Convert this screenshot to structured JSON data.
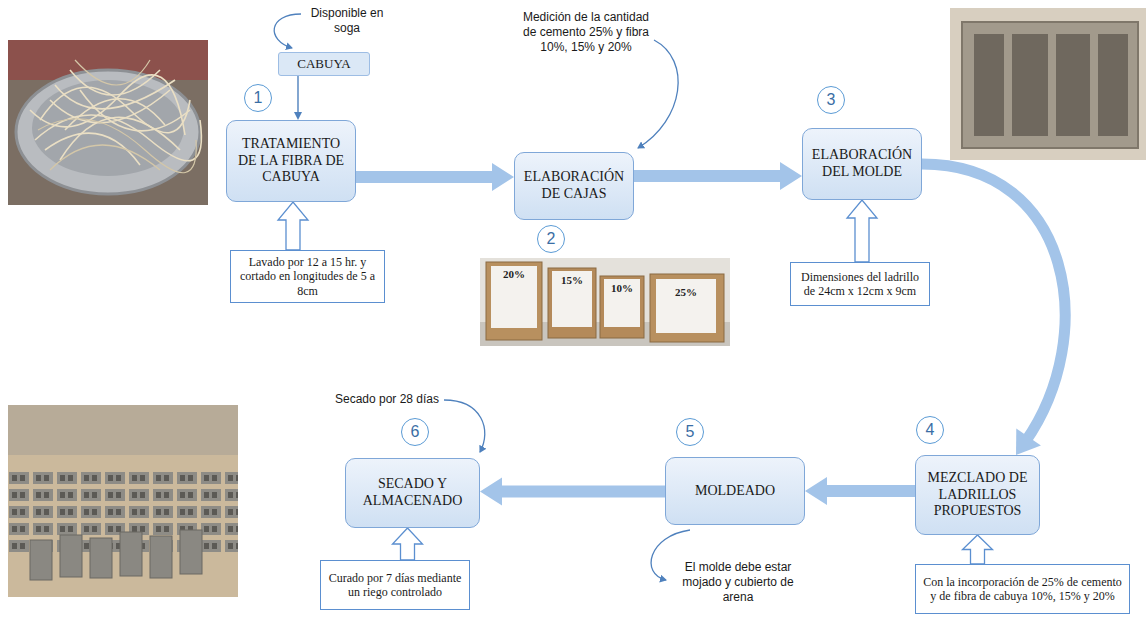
{
  "diagram": {
    "nodes": [
      {
        "text": [
          "1"
        ]
      },
      {
        "text": [
          "CABUYA"
        ]
      },
      {
        "text": [
          "TRATAMIENTO DE LA FIBRA DE CABUYA"
        ]
      },
      {
        "text": [
          "Lavado por 12 a 15 hr. y cortado en longitudes de 5 a 8cm"
        ]
      },
      {
        "text": [
          "ELABORACIÓN DE CAJAS"
        ]
      },
      {
        "text": [
          "2"
        ]
      },
      {
        "text": [
          "3"
        ]
      },
      {
        "text": [
          "ELABORACIÓN DEL MOLDE"
        ]
      },
      {
        "text": [
          "Dimensiones del ladrillo de 24cm x 12cm x 9cm"
        ]
      },
      {
        "text": [
          "4"
        ]
      },
      {
        "text": [
          "MEZCLADO DE LADRILLOS PROPUESTOS"
        ]
      },
      {
        "text": [
          "Con la incorporación de 25% de cemento y de fibra de cabuya 10%, 15% y 20%"
        ]
      },
      {
        "text": [
          "5"
        ]
      },
      {
        "text": [
          "MOLDEADO"
        ]
      },
      {
        "text": [
          "6"
        ]
      },
      {
        "text": [
          "SECADO Y ALMACENADO"
        ]
      },
      {
        "text": [
          "Curado por 7 días mediante un riego controlado"
        ]
      }
    ],
    "edges": [
      {
        "from": 1,
        "to": 2,
        "arrow": "to"
      },
      {
        "from": 2,
        "to": 4,
        "arrow": "to"
      },
      {
        "from": 3,
        "to": 2,
        "arrow": "to"
      },
      {
        "from": 4,
        "to": 7,
        "arrow": "to"
      },
      {
        "from": 8,
        "to": 7,
        "arrow": "to"
      },
      {
        "from": 7,
        "to": 10,
        "arrow": "to"
      },
      {
        "from": 11,
        "to": 10,
        "arrow": "to"
      },
      {
        "from": 10,
        "to": 13,
        "arrow": "to"
      },
      {
        "from": 13,
        "to": 15,
        "arrow": "to"
      },
      {
        "from": 16,
        "to": 15,
        "arrow": "to"
      }
    ],
    "labels": [
      "Disponible en soga",
      "Medición de la cantidad de cemento 25% y fibra 10%, 15% y 20%",
      "20%",
      "15%",
      "10%",
      "25%",
      "Secado por 28 días",
      "El molde debe estar mojado y cubierto de arena"
    ]
  }
}
